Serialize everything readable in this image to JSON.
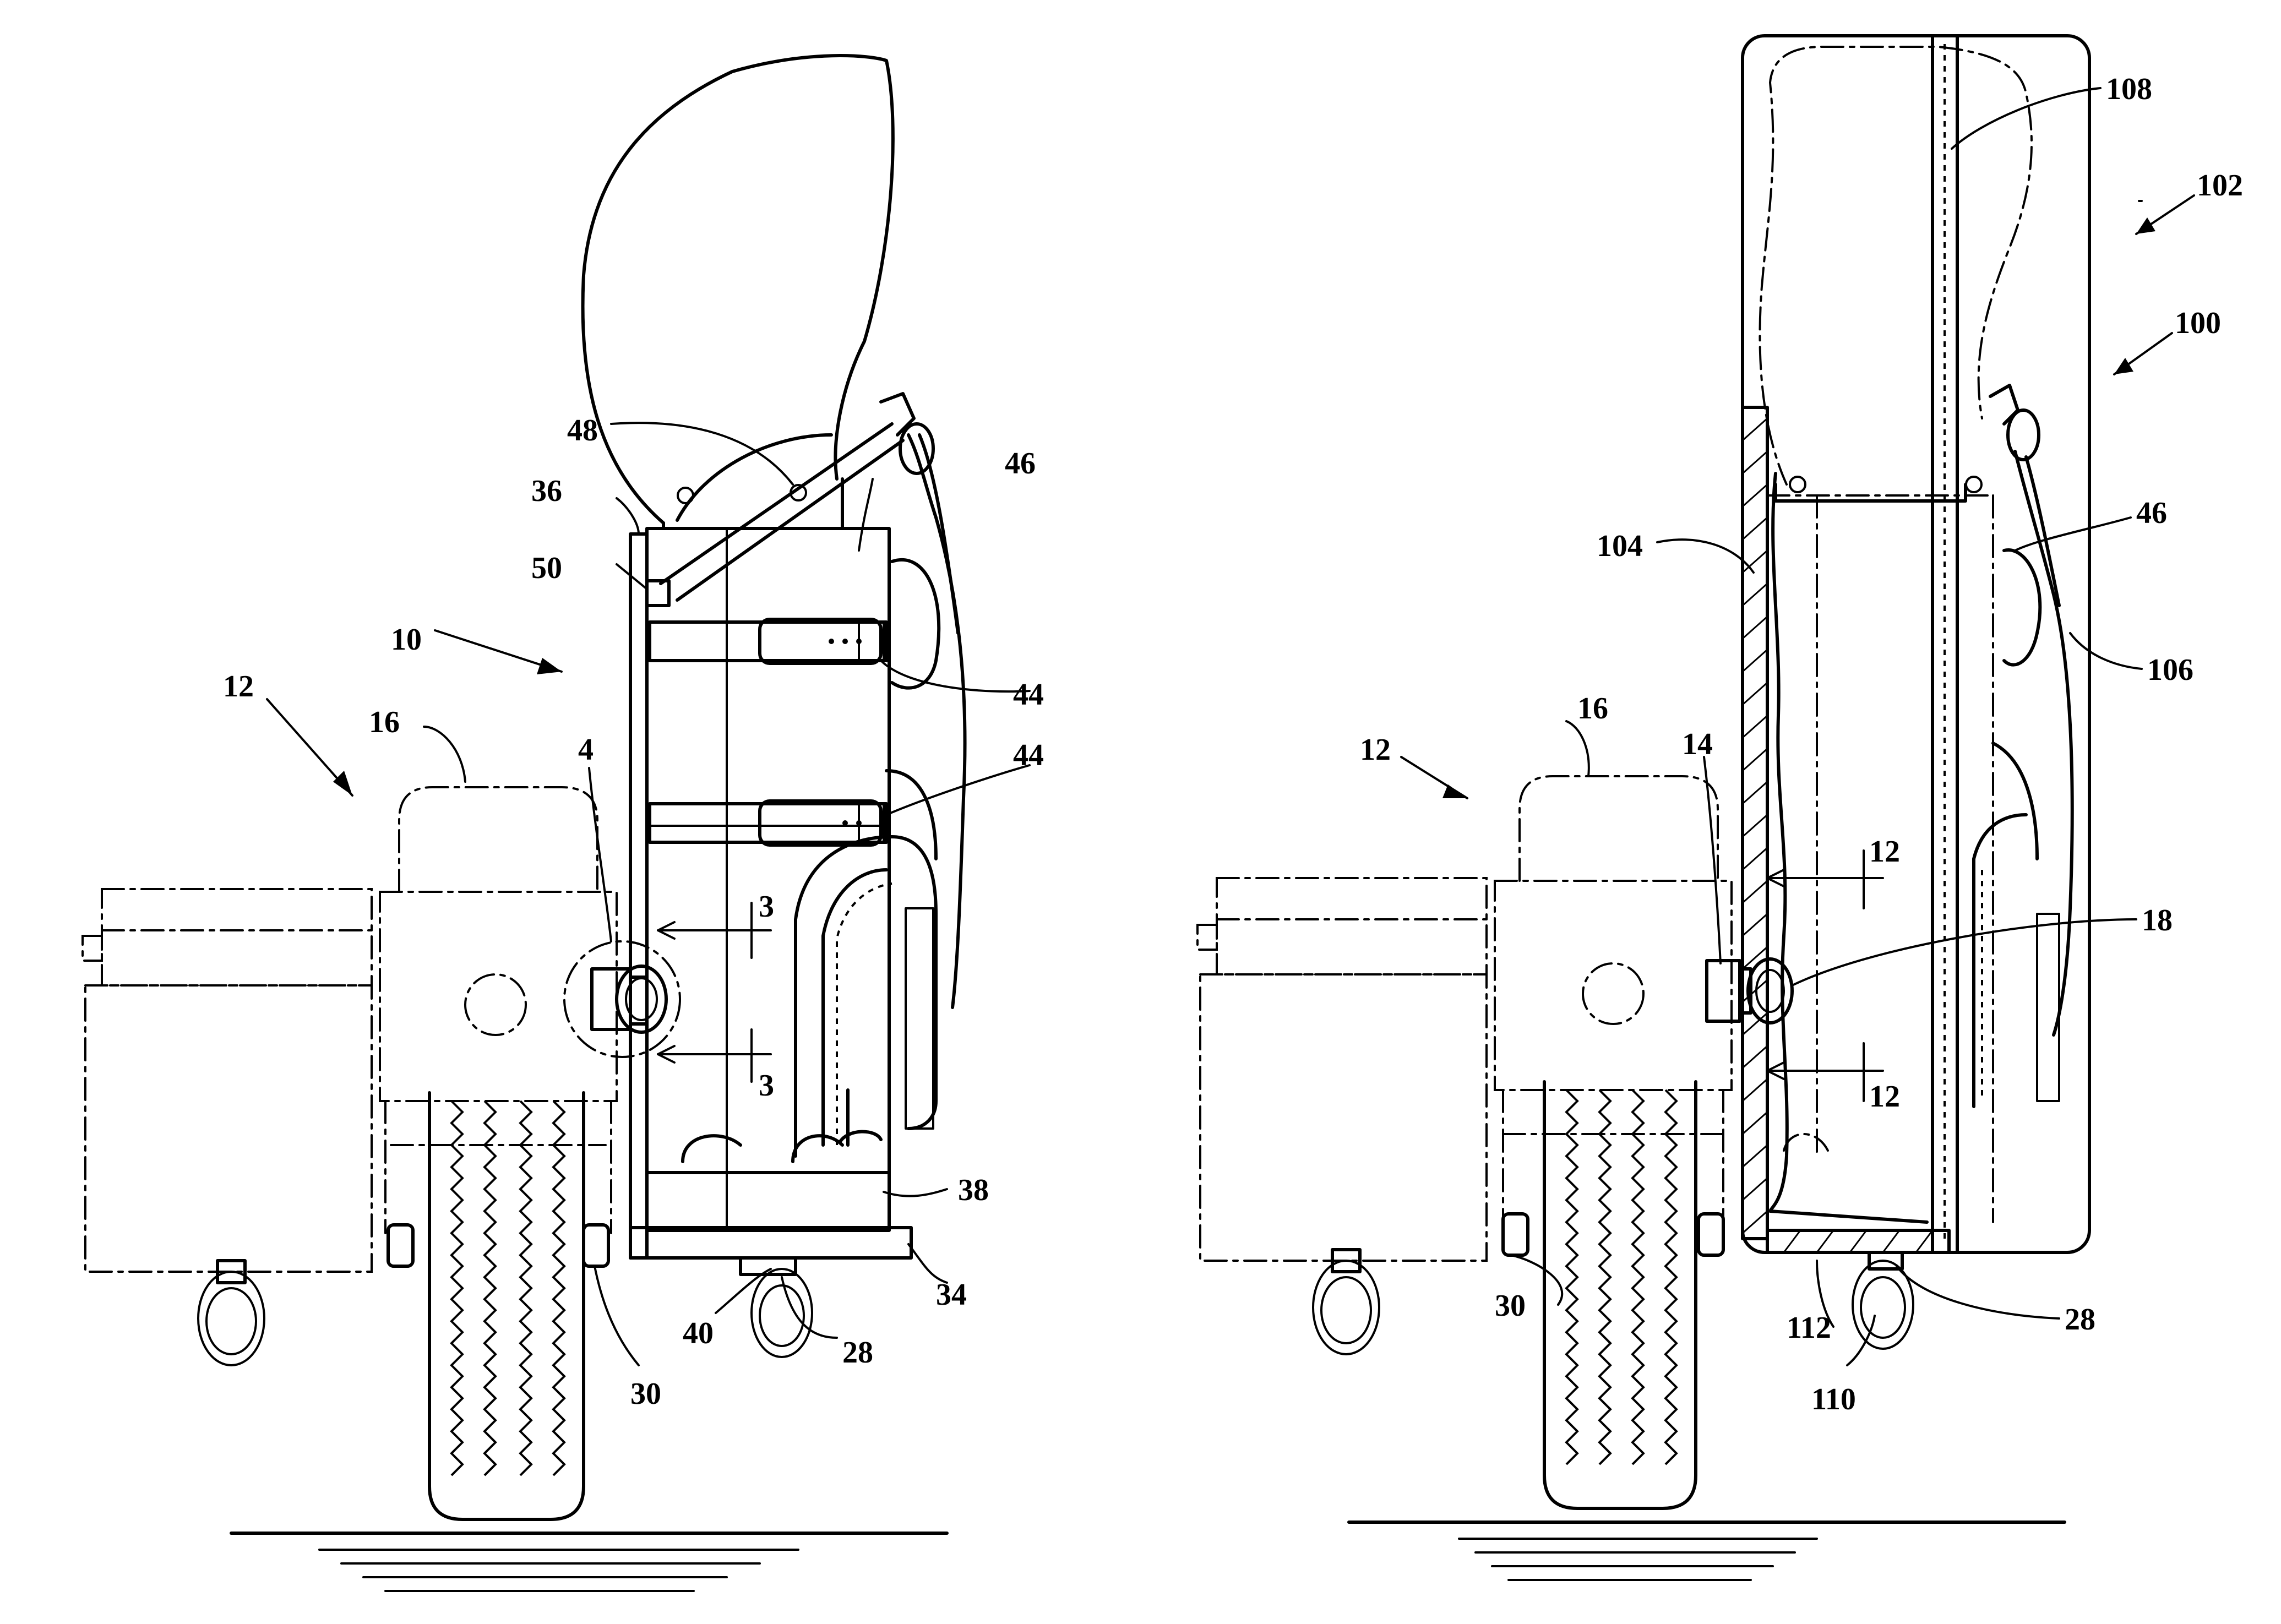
{
  "figures": [
    {
      "id": "left-figure",
      "labels": [
        {
          "name": "ref-48",
          "text": "48"
        },
        {
          "name": "ref-46",
          "text": "46"
        },
        {
          "name": "ref-36",
          "text": "36"
        },
        {
          "name": "ref-50",
          "text": "50"
        },
        {
          "name": "ref-10",
          "text": "10"
        },
        {
          "name": "ref-44a",
          "text": "44"
        },
        {
          "name": "ref-12",
          "text": "12"
        },
        {
          "name": "ref-16",
          "text": "16"
        },
        {
          "name": "ref-4",
          "text": "4"
        },
        {
          "name": "ref-44b",
          "text": "44"
        },
        {
          "name": "ref-3a",
          "text": "3"
        },
        {
          "name": "ref-3b",
          "text": "3"
        },
        {
          "name": "ref-38",
          "text": "38"
        },
        {
          "name": "ref-34",
          "text": "34"
        },
        {
          "name": "ref-40",
          "text": "40"
        },
        {
          "name": "ref-28",
          "text": "28"
        },
        {
          "name": "ref-30",
          "text": "30"
        }
      ]
    },
    {
      "id": "right-figure",
      "labels": [
        {
          "name": "ref-108",
          "text": "108"
        },
        {
          "name": "ref-102",
          "text": "102"
        },
        {
          "name": "ref-100",
          "text": "100"
        },
        {
          "name": "ref-104",
          "text": "104"
        },
        {
          "name": "ref-46",
          "text": "46"
        },
        {
          "name": "ref-106",
          "text": "106"
        },
        {
          "name": "ref-12",
          "text": "12"
        },
        {
          "name": "ref-16",
          "text": "16"
        },
        {
          "name": "ref-14",
          "text": "14"
        },
        {
          "name": "ref-12a",
          "text": "12"
        },
        {
          "name": "ref-18",
          "text": "18"
        },
        {
          "name": "ref-12b",
          "text": "12"
        },
        {
          "name": "ref-30",
          "text": "30"
        },
        {
          "name": "ref-112",
          "text": "112"
        },
        {
          "name": "ref-28",
          "text": "28"
        },
        {
          "name": "ref-110",
          "text": "110"
        }
      ]
    }
  ]
}
